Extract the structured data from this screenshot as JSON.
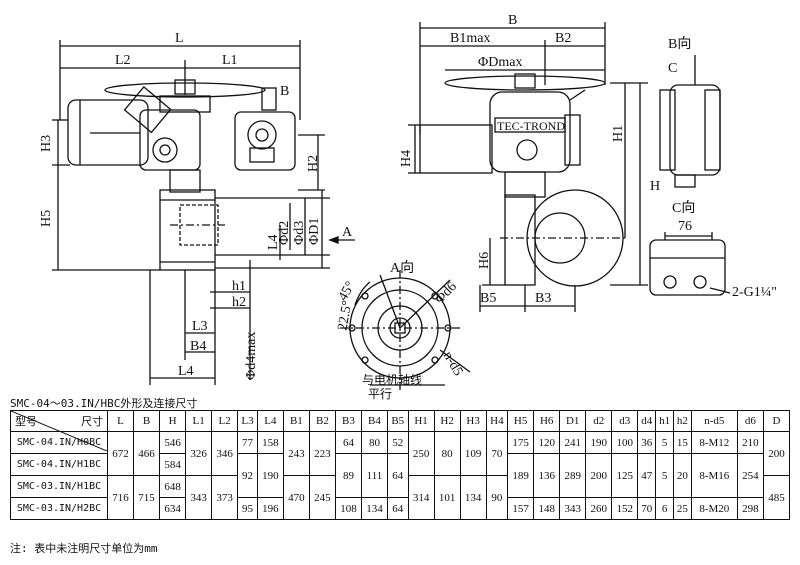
{
  "drawing": {
    "front": {
      "L": "L",
      "L1": "L1",
      "L2": "L2",
      "B": "B",
      "H2": "H2",
      "H3": "H3",
      "H5": "H5",
      "d2": "Φd2",
      "d3": "Φd3",
      "D1": "ΦD1",
      "A": "A",
      "L4": "L4",
      "L3": "L3",
      "B4": "B4",
      "h1": "h1",
      "h2": "h2",
      "d4max": "Φd4max"
    },
    "side": {
      "B": "B",
      "B1max": "B1max",
      "B2": "B2",
      "Dmax": "ΦDmax",
      "H": "H",
      "H1": "H1",
      "H4": "H4",
      "H6": "H6",
      "B5": "B5",
      "B3": "B3",
      "brand": "TEC-TROND"
    },
    "view_b": {
      "title": "B向",
      "C": "C"
    },
    "view_c": {
      "title": "C向",
      "dim": "76",
      "thread": "2-G1¼\""
    },
    "view_a": {
      "title": "A向",
      "angle1": "22.5°",
      "angle2": "45°",
      "d6": "Φd6",
      "nd5": "n-d5",
      "motor_axis": "与电机轴线",
      "parallel": "平行"
    }
  },
  "caption": "SMC-04～03.IN/HBC外形及连接尺寸",
  "table": {
    "corner_top": "尺寸",
    "corner_bottom": "型号",
    "headers": [
      "L",
      "B",
      "H",
      "L1",
      "L2",
      "L3",
      "L4",
      "B1",
      "B2",
      "B3",
      "B4",
      "B5",
      "H1",
      "H2",
      "H3",
      "H4",
      "H5",
      "H6",
      "D1",
      "d2",
      "d3",
      "d4",
      "h1",
      "h2",
      "n-d5",
      "d6",
      "D"
    ],
    "rows": [
      [
        "SMC-04.IN/H0BC",
        "672",
        "466",
        "546",
        "326",
        "346",
        "77",
        "158",
        "243",
        "223",
        "64",
        "80",
        "52",
        "250",
        "80",
        "109",
        "70",
        "175",
        "120",
        "241",
        "190",
        "100",
        "36",
        "5",
        "15",
        "8-M12",
        "210",
        "200"
      ],
      [
        "SMC-04.IN/H1BC",
        "",
        "",
        "584",
        "",
        "",
        "92",
        "190",
        "",
        "",
        "89",
        "111",
        "64",
        "",
        "",
        "",
        "",
        "189",
        "136",
        "289",
        "200",
        "125",
        "47",
        "5",
        "20",
        "8-M16",
        "254",
        ""
      ],
      [
        "SMC-03.IN/H1BC",
        "716",
        "715",
        "648",
        "343",
        "373",
        "",
        "",
        "470",
        "245",
        "",
        "",
        "",
        "314",
        "101",
        "134",
        "90",
        "",
        "",
        "",
        "",
        "",
        "",
        "",
        "",
        "",
        "",
        "485"
      ],
      [
        "SMC-03.IN/H2BC",
        "",
        "",
        "634",
        "",
        "",
        "95",
        "196",
        "",
        "",
        "108",
        "134",
        "64",
        "",
        "",
        "",
        "",
        "157",
        "148",
        "343",
        "260",
        "152",
        "70",
        "6",
        "25",
        "8-M20",
        "298",
        ""
      ]
    ]
  },
  "note": "注: 表中未注明尺寸单位为mm"
}
